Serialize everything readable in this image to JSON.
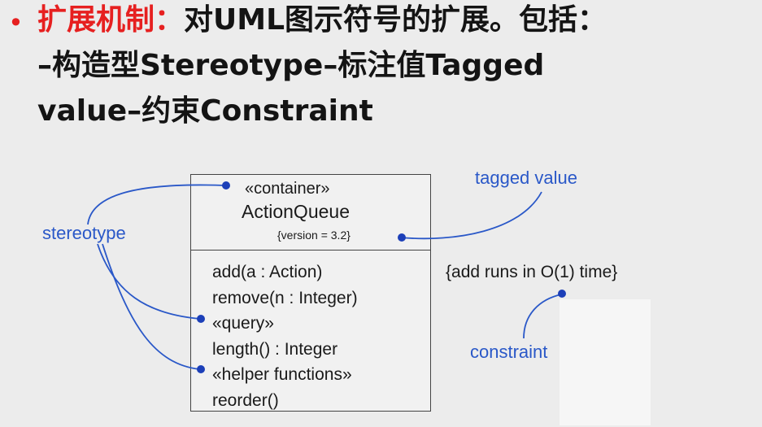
{
  "heading": {
    "bullet": "•",
    "term": "扩展机制：",
    "line1_rest": "对UML图示符号的扩展。包括：",
    "line2": "–构造型Stereotype–标注值Tagged",
    "line3": "value–约束Constraint"
  },
  "diagram": {
    "class_box": {
      "stereotype": "«container»",
      "name": "ActionQueue",
      "tagged_value": "{version = 3.2}",
      "operations": [
        "add(a : Action)",
        "remove(n : Integer)",
        "«query»",
        "length() : Integer",
        "«helper functions»",
        "reorder()"
      ]
    },
    "labels": {
      "stereotype": "stereotype",
      "tagged_value": "tagged value",
      "constraint": "constraint"
    },
    "constraint_text": "{add runs in O(1) time}",
    "colors": {
      "accent_red": "#e62020",
      "callout_blue": "#2a58c8",
      "text": "#141414"
    }
  }
}
